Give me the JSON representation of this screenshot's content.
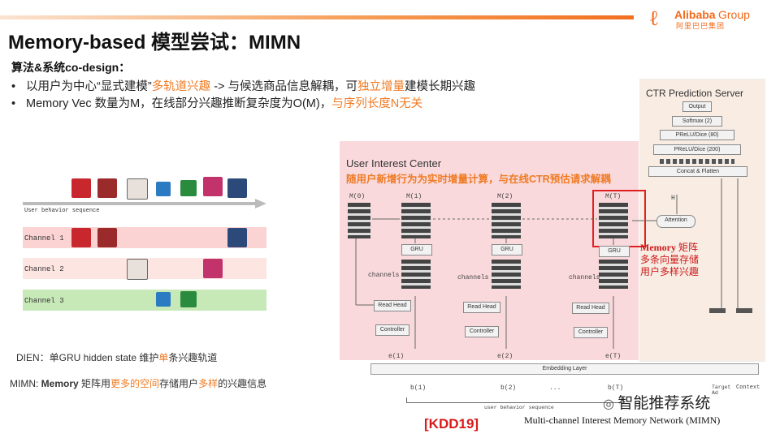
{
  "header": {
    "logo_text": "Alibaba",
    "logo_group": "Group",
    "logo_sub": "阿里巴巴集团",
    "title": "Memory-based  模型尝试：MIMN"
  },
  "content": {
    "subtitle": "算法&系统co-design：",
    "bullet1": {
      "pre": "以用户为中心“显式建模”",
      "hl1": "多轨道兴趣",
      "mid": " -> 与候选商品信息解耦，可",
      "hl2": "独立增量",
      "post": "建模长期兴趣"
    },
    "bullet2": {
      "pre": "Memory Vec 数量为M，在线部分兴趣推断复杂度为O(M)，",
      "hl": "与序列长度N无关"
    }
  },
  "channels_figure": {
    "sequence_label": "User behavior sequence",
    "channels": [
      "Channel 1",
      "Channel 2",
      "Channel 3"
    ],
    "colors": {
      "channel1": "#fbd3d3",
      "channel2": "#fde5e2",
      "channel3": "#c7e9b8"
    }
  },
  "captions": {
    "dien_pre": "DIEN：单GRU hidden state 维护",
    "dien_hl": "单",
    "dien_post": "条兴趣轨道",
    "mimn_pre": "MIMN: ",
    "mimn_bold": "Memory",
    "mimn_mid": " 矩阵用",
    "mimn_hl1": "更多的空间",
    "mimn_mid2": "存储用户",
    "mimn_hl2": "多样",
    "mimn_post": "的兴趣信息"
  },
  "diagram": {
    "uic_title": "User Interest Center",
    "uic_subtitle": "随用户新增行为为实时增量计算，与在线CTR预估请求解耦",
    "ctr_title": "CTR Prediction Server",
    "ctr_layers": [
      "Output",
      "Softmax (2)",
      "PReLU/Dice (80)",
      "PReLU/Dice (200)",
      "Concat & Flatten"
    ],
    "memory_labels": [
      "M(0)",
      "M(1)",
      "M(2)",
      "M(T)"
    ],
    "gru": "GRU",
    "channels": "channels",
    "read_head": "Read Head",
    "controller": "Controller",
    "events": [
      "e(1)",
      "e(2)",
      "e(T)"
    ],
    "behaviors": [
      "b(1)",
      "b(2)",
      "...",
      "b(T)"
    ],
    "attention": "Attention",
    "h_prime": "H'",
    "embedding": "Embedding Layer",
    "behavior_seq": "user behavior sequence",
    "target": "Target\nAd",
    "context": "Context",
    "memory_note_bold": "Memory",
    "memory_note_1": " 矩阵",
    "memory_note_2": "多条向量存储",
    "memory_note_3": "用户多样兴趣"
  },
  "footer": {
    "kdd": "[KDD19]",
    "paper": "Multi-channel Interest Memory Network (MIMN)",
    "wechat": "智能推荐系统"
  }
}
